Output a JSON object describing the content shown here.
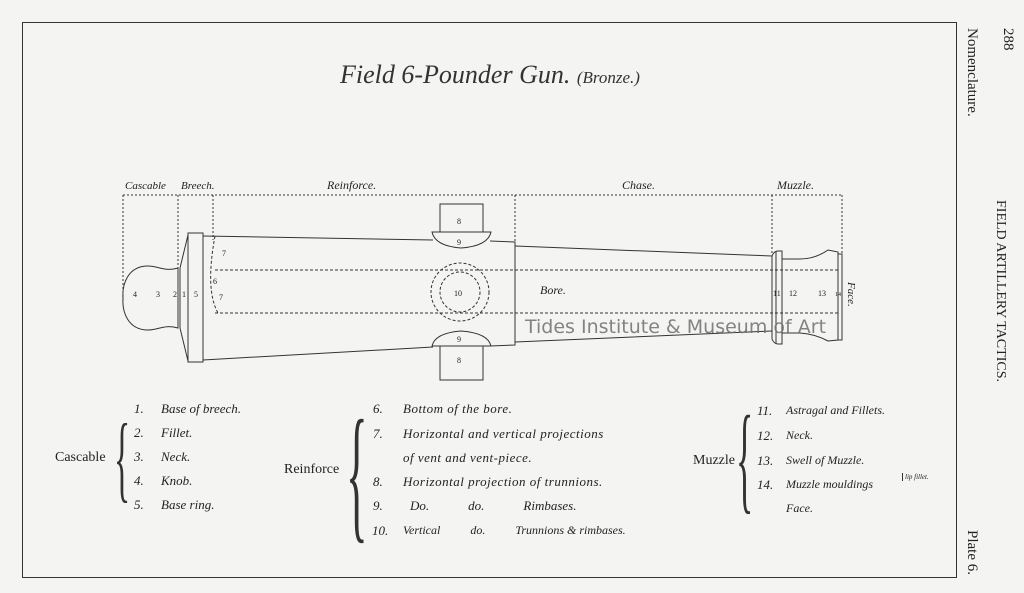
{
  "title": "Field 6-Pounder Gun.",
  "subtitle": "(Bronze.)",
  "side": {
    "page_number": "288",
    "section": "Nomenclature.",
    "running_head": "FIELD ARTILLERY TACTICS.",
    "plate": "Plate 6."
  },
  "watermark": "Tides Institute & Museum of Art",
  "diagram": {
    "sections": [
      "Cascable",
      "Breech.",
      "Reinforce.",
      "Chase.",
      "Muzzle."
    ],
    "labels": {
      "bore": "Bore.",
      "face": "Face.",
      "n1": "1",
      "n2": "2",
      "n3": "3",
      "n4": "4",
      "n5": "5",
      "n6": "6",
      "n7": "7",
      "n8": "8",
      "n9": "9",
      "n10": "10",
      "n11": "11",
      "n12": "12",
      "n13": "13",
      "n14": "14"
    }
  },
  "legend": {
    "cascable": {
      "label": "Cascable",
      "items": [
        {
          "num": "1.",
          "text": "Base of breech."
        },
        {
          "num": "2.",
          "text": "Fillet."
        },
        {
          "num": "3.",
          "text": "Neck."
        },
        {
          "num": "4.",
          "text": "Knob."
        },
        {
          "num": "5.",
          "text": "Base ring."
        }
      ]
    },
    "reinforce": {
      "label": "Reinforce",
      "items": [
        {
          "num": "6.",
          "text": "Bottom of the bore."
        },
        {
          "num": "7.",
          "text": "Horizontal and vertical projections"
        },
        {
          "num": "",
          "text": "of vent and vent-piece."
        },
        {
          "num": "8.",
          "text": "Horizontal projection of trunnions."
        },
        {
          "num": "9.",
          "text": "Do.            do.            Rimbases."
        },
        {
          "num": "10.",
          "text": "Vertical          do.          Trunnions & rimbases."
        }
      ]
    },
    "muzzle": {
      "label": "Muzzle",
      "items": [
        {
          "num": "11.",
          "text": "Astragal and Fillets."
        },
        {
          "num": "12.",
          "text": "Neck."
        },
        {
          "num": "13.",
          "text": "Swell of Muzzle."
        },
        {
          "num": "14.",
          "text": "Muzzle mouldings",
          "note": "lip fillet."
        },
        {
          "num": "",
          "text": "Face."
        }
      ]
    }
  }
}
